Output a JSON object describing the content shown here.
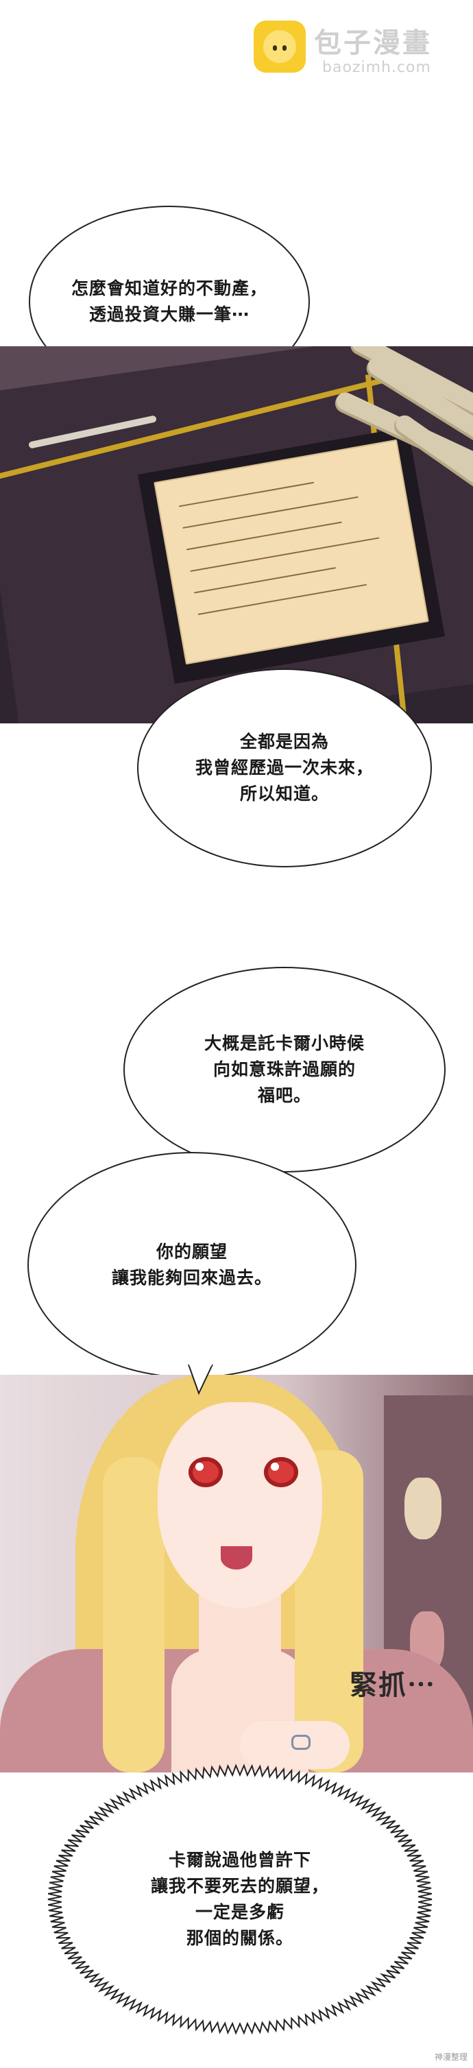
{
  "watermark": {
    "title": "包子漫畫",
    "url": "baozimh.com"
  },
  "bubbles": {
    "b1": "怎麼會知道好的不動產，\n透過投資大賺一筆⋯",
    "b2": "全都是因為\n我曾經歷過一次未來，\n所以知道。",
    "b3": "大概是託卡爾小時候\n向如意珠許過願的\n福吧。",
    "b4": "你的願望\n讓我能夠回來過去。",
    "b5": "卡爾說過他曾許下\n讓我不要死去的願望，\n一定是多虧\n那個的關係。"
  },
  "sfx": {
    "grab": "緊抓⋯"
  },
  "credit": "神漫整理",
  "colors": {
    "gold": "#c9a227",
    "paper": "#f4ddb2",
    "hair": "#f1cf73",
    "eyes": "#d93b3b"
  }
}
